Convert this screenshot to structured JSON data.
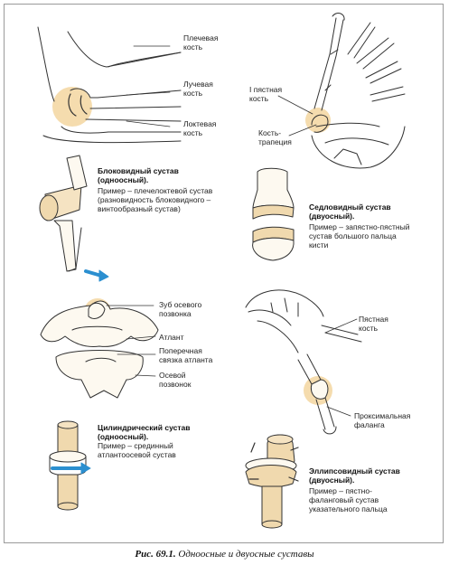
{
  "elbow": {
    "humerus": "Плечевая\nкость",
    "radius": "Лучевая\nкость",
    "ulna": "Локтевая\nкость"
  },
  "hinge": {
    "title": "Блоковидный сустав\n(одноосный).",
    "example": "Пример – плечелоктевой сустав\n(разновидность блоковидного –\nвинтообразный сустав)"
  },
  "hand": {
    "metacarpal1": "I пястная\nкость",
    "trapezium": "Кость-\nтрапеция"
  },
  "saddle": {
    "title": "Седловидный сустав\n(двуосный).",
    "example": "Пример – запястно-пястный\nсустав большого пальца\nкисти"
  },
  "vertebra": {
    "dens": "Зуб осевого\nпозвонка",
    "atlas": "Атлант",
    "ligament": "Поперечная\nсвязка атланта",
    "axis": "Осевой\nпозвонок"
  },
  "pivot": {
    "title": "Цилиндрический сустав\n(одноосный).",
    "example": "Пример – срединный\nатлантоосевой сустав"
  },
  "finger": {
    "metacarpal": "Пястная\nкость",
    "phalanx": "Проксимальная\nфаланга"
  },
  "ellipsoid": {
    "title": "Эллипсовидный сустав\n(двуосный).",
    "example": "Пример – пястно-\nфаланговый сустав\nуказательного пальца"
  },
  "caption": {
    "number": "Рис. 69.1.",
    "text": "Одноосные и двуосные суставы"
  },
  "colors": {
    "joint_highlight": "#f5dcae",
    "bone": "#fdf9f0",
    "line": "#333333",
    "arrow_blue": "#2b8fd0",
    "cylinder_tan": "#f0d9ae"
  }
}
